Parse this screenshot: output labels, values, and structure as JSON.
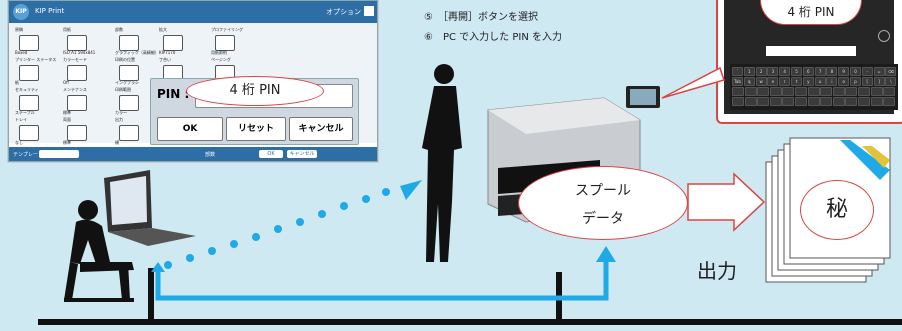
{
  "kip_window": {
    "app_name": "KIP Print",
    "options_label": "オプション",
    "sections": [
      "原稿",
      "用紙",
      "部数",
      "拡大",
      "プロファイリング",
      "プリンター ステータス",
      "カラーモード",
      "印刷の位置",
      "丁合い",
      "ページング",
      "セキュリティ",
      "メンテナンス",
      "印刷範囲",
      "スケール",
      "ステープル",
      "トレイ",
      "両面",
      "出力",
      "プレビュー",
      "メモリー"
    ],
    "item_captions": [
      "Boxed",
      "ISO A1 594x841",
      "グラフィック（高精細）",
      "KIP7170",
      "用紙節約",
      "紙",
      "Off",
      "インクブラシ",
      "Full",
      "100%",
      "ステープル",
      "標準",
      "カラー",
      "100%ページ縮小",
      "1",
      "なし",
      "標準",
      "横"
    ],
    "template_label": "テンプレート",
    "total_label": "部数",
    "ok_label": "OK",
    "cancel_label": "キャンセル"
  },
  "pin_dialog": {
    "label": "PIN :",
    "callout": "4 桁 PIN",
    "ok": "OK",
    "reset": "リセット",
    "cancel": "キャンセル"
  },
  "steps": [
    "⑤　［再開］ボタンを選択",
    "⑥　PC で入力した PIN を入力"
  ],
  "tablet": {
    "callout": "4 桁 PIN",
    "keys_row1": [
      "`",
      "1",
      "2",
      "3",
      "4",
      "5",
      "6",
      "7",
      "8",
      "9",
      "0",
      "-",
      "=",
      "⌫"
    ],
    "keys_row2": [
      "Tab",
      "q",
      "w",
      "e",
      "r",
      "t",
      "y",
      "u",
      "i",
      "o",
      "p",
      "[",
      "]",
      "\\"
    ]
  },
  "spool_bubble": {
    "line1": "スプール",
    "line2": "データ"
  },
  "output": {
    "label": "出力",
    "confidential": "秘"
  },
  "colors": {
    "background": "#cfe9f3",
    "accent_blue": "#1fa9e6",
    "callout_red": "#d44444",
    "kip_blue": "#2d6ea6"
  }
}
